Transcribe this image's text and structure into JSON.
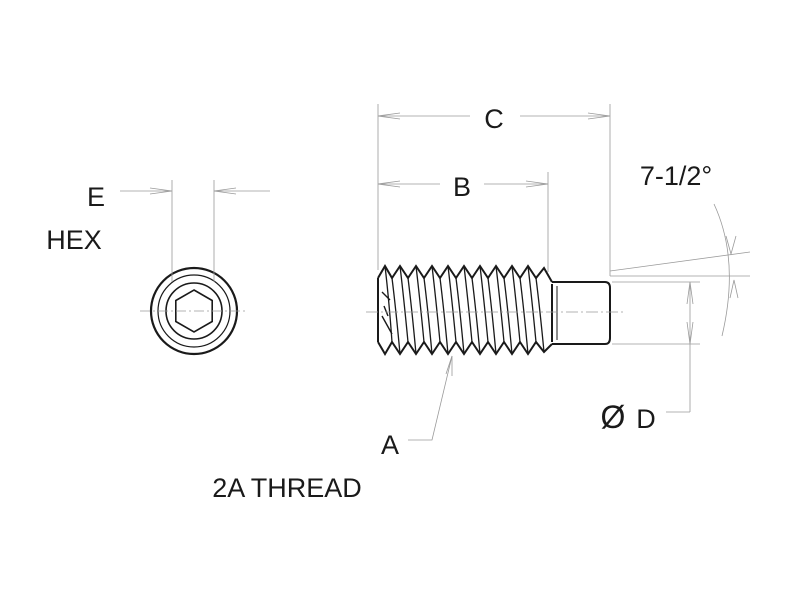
{
  "labels": {
    "e": "E",
    "hex": "HEX",
    "c": "C",
    "b": "B",
    "angle": "7-1/2°",
    "diameter_symbol": "Ø",
    "d": "D",
    "a": "A",
    "thread": "2A THREAD"
  },
  "colors": {
    "ink": "#1a1a1a",
    "dimension": "#9a9a9a"
  }
}
